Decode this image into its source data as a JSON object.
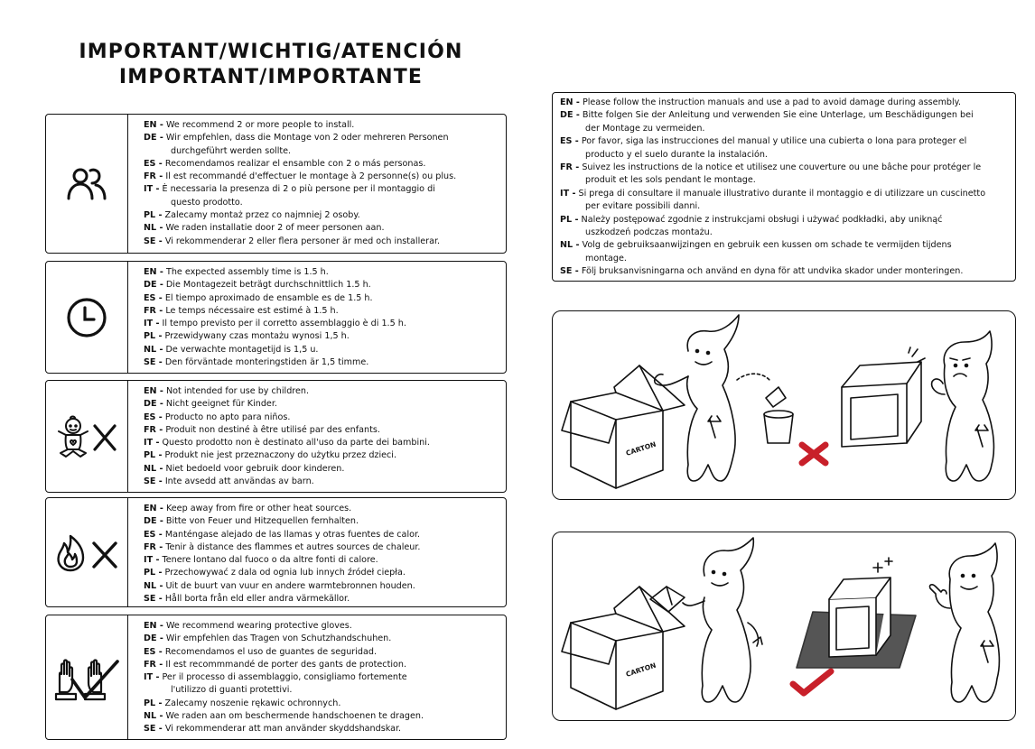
{
  "title": {
    "line1": "IMPORTANT/WICHTIG/ATENCIÓN",
    "line2": "IMPORTANT/IMPORTANTE"
  },
  "sections": [
    {
      "icon": "people-icon",
      "lines": [
        {
          "code": "EN -",
          "text": " We recommend 2 or more people to install."
        },
        {
          "code": "DE -",
          "text": " Wir empfehlen, dass die Montage von 2 oder mehreren Personen"
        },
        {
          "code": "",
          "text": "durchgeführt werden sollte."
        },
        {
          "code": "ES -",
          "text": " Recomendamos realizar el ensamble con 2 o más personas."
        },
        {
          "code": "FR -",
          "text": " Il est recommandé d'effectuer le montage à 2 personne(s) ou plus."
        },
        {
          "code": "IT -",
          "text": " È necessaria la presenza di 2 o più persone per il montaggio di"
        },
        {
          "code": "",
          "text": "questo prodotto."
        },
        {
          "code": "PL -",
          "text": " Zalecamy montaż przez co najmniej 2 osoby."
        },
        {
          "code": "NL -",
          "text": " We raden installatie door 2 of meer personen aan."
        },
        {
          "code": "SE -",
          "text": " Vi rekommenderar 2 eller flera personer är med och installerar."
        }
      ]
    },
    {
      "icon": "clock-icon",
      "lines": [
        {
          "code": "EN -",
          "text": " The expected assembly time is 1.5 h."
        },
        {
          "code": "DE -",
          "text": " Die Montagezeit beträgt durchschnittlich 1.5 h."
        },
        {
          "code": "ES -",
          "text": " El tiempo aproximado de ensamble es de 1.5 h."
        },
        {
          "code": "FR -",
          "text": " Le temps nécessaire est estimé à 1.5 h."
        },
        {
          "code": "IT -",
          "text": " Il tempo previsto per il corretto assemblaggio è di 1.5 h."
        },
        {
          "code": "PL -",
          "text": " Przewidywany czas montażu wynosi 1,5 h."
        },
        {
          "code": "NL -",
          "text": " De verwachte montagetijd is 1,5 u."
        },
        {
          "code": "SE -",
          "text": " Den förväntade monteringstiden är 1,5 timme."
        }
      ]
    },
    {
      "icon": "no-children-icon",
      "lines": [
        {
          "code": "EN -",
          "text": " Not intended for use by children."
        },
        {
          "code": "DE -",
          "text": " Nicht geeignet für Kinder."
        },
        {
          "code": "ES -",
          "text": " Producto no apto para niños."
        },
        {
          "code": "FR -",
          "text": " Produit non destiné à être utilisé par des enfants."
        },
        {
          "code": "IT -",
          "text": " Questo prodotto non è destinato all'uso da parte dei bambini."
        },
        {
          "code": "PL -",
          "text": " Produkt nie jest przeznaczony do użytku przez dzieci."
        },
        {
          "code": "NL -",
          "text": " Niet bedoeld voor gebruik door kinderen."
        },
        {
          "code": "SE -",
          "text": " Inte avsedd att användas av barn."
        }
      ]
    },
    {
      "icon": "no-fire-icon",
      "lines": [
        {
          "code": "EN -",
          "text": " Keep away from fire or other heat sources."
        },
        {
          "code": "DE -",
          "text": " Bitte von Feuer und Hitzequellen fernhalten."
        },
        {
          "code": "ES -",
          "text": " Manténgase alejado de las llamas y otras fuentes de calor."
        },
        {
          "code": "FR -",
          "text": " Tenir à distance des flammes et autres sources de chaleur."
        },
        {
          "code": "IT -",
          "text": " Tenere lontano dal fuoco o da altre fonti di calore."
        },
        {
          "code": "PL -",
          "text": " Przechowywać z dala od ognia lub innych źródeł ciepła."
        },
        {
          "code": "NL -",
          "text": "  Uit de buurt van vuur en andere warmtebronnen houden."
        },
        {
          "code": "SE -",
          "text": " Håll borta från eld eller andra värmekällor."
        }
      ]
    },
    {
      "icon": "gloves-icon",
      "lines": [
        {
          "code": "EN -",
          "text": " We recommend wearing protective gloves."
        },
        {
          "code": "DE -",
          "text": " Wir empfehlen das Tragen von Schutzhandschuhen."
        },
        {
          "code": "ES -",
          "text": " Recomendamos el uso de guantes de seguridad."
        },
        {
          "code": "FR -",
          "text": " Il est recommmandé de porter des gants de protection."
        },
        {
          "code": "IT -",
          "text": " Per il processo di assemblaggio, consigliamo fortemente"
        },
        {
          "code": "",
          "text": "l'utilizzo di guanti protettivi."
        },
        {
          "code": "PL -",
          "text": " Zalecamy noszenie rękawic ochronnych."
        },
        {
          "code": "NL -",
          "text": " We raden aan om beschermende handschoenen te dragen."
        },
        {
          "code": "SE -",
          "text": " Vi rekommenderar att man använder skyddshandskar."
        }
      ]
    }
  ],
  "instructions": {
    "lines": [
      {
        "code": "EN -",
        "text": " Please follow the instruction manuals and use a pad to avoid damage during assembly."
      },
      {
        "code": "DE -",
        "text": " Bitte folgen Sie der Anleitung und verwenden Sie eine Unterlage, um Beschädigungen bei"
      },
      {
        "code": "",
        "text": "der Montage zu vermeiden."
      },
      {
        "code": "ES -",
        "text": " Por favor, siga las instrucciones del manual y utilice una cubierta o lona para proteger el"
      },
      {
        "code": "",
        "text": "producto y el suelo durante la instalación."
      },
      {
        "code": "FR -",
        "text": " Suivez les instructions de la notice et utilisez une couverture ou une bâche pour protéger le"
      },
      {
        "code": "",
        "text": "produit et les sols pendant le montage."
      },
      {
        "code": "IT -",
        "text": " Si prega di consultare il manuale illustrativo durante il montaggio e di utilizzare un cuscinetto"
      },
      {
        "code": "",
        "text": "per evitare possibili danni."
      },
      {
        "code": "PL -",
        "text": " Należy postępować zgodnie z instrukcjami obsługi i używać podkładki, aby uniknąć"
      },
      {
        "code": "",
        "text": "uszkodzeń podczas montażu."
      },
      {
        "code": "NL -",
        "text": " Volg de gebruiksaanwijzingen en gebruik een kussen om schade te vermijden tijdens"
      },
      {
        "code": "",
        "text": "montage."
      },
      {
        "code": "SE -",
        "text": " Följ bruksanvisningarna och använd en dyna för att undvika skador under monteringen."
      }
    ]
  },
  "illustrations": {
    "carton_label": "CARTON",
    "wrong_mark_color": "#c8202a",
    "right_mark_color": "#c8202a"
  }
}
